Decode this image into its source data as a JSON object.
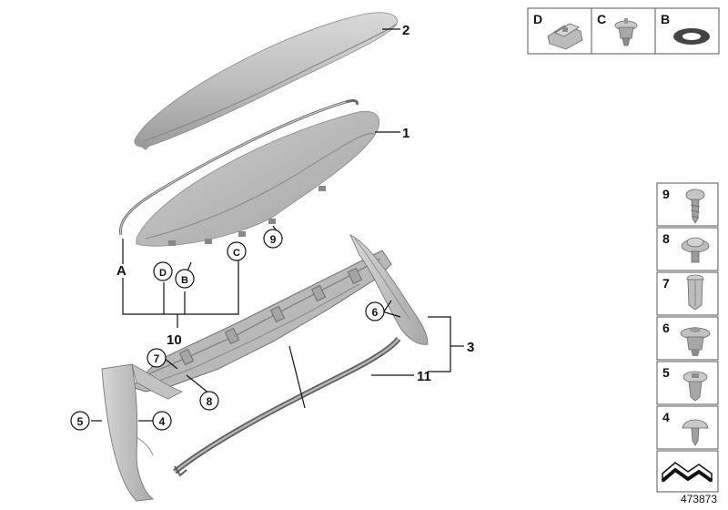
{
  "callouts": {
    "n1": "1",
    "n2": "2",
    "n3": "3",
    "n4": "4",
    "n5": "5",
    "n6": "6",
    "n7": "7",
    "n8": "8",
    "n9": "9",
    "n10": "10",
    "n11": "11",
    "A": "A",
    "B": "B",
    "C": "C",
    "D": "D"
  },
  "legend_top": {
    "D": "D",
    "C": "C",
    "B": "B"
  },
  "legend_right": {
    "r9": "9",
    "r8": "8",
    "r7": "7",
    "r6": "6",
    "r5": "5",
    "r4": "4"
  },
  "diagram_number": "473873",
  "colors": {
    "part_fill": "#c9c9c9",
    "part_dark": "#9a9a9a",
    "part_shadow": "#7d7d7d",
    "line": "#111111",
    "frame": "#555555"
  }
}
